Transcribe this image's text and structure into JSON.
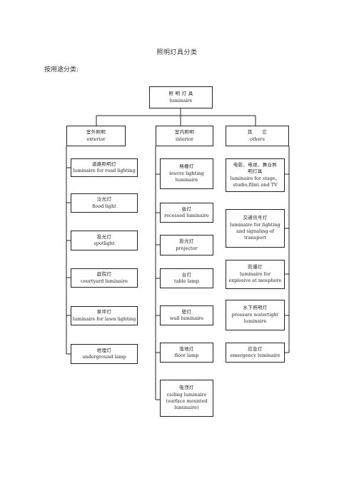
{
  "title": "照明灯具分类",
  "subtitle": "按用途分类:",
  "root": {
    "zh": "照 明 灯 具",
    "en": "luminaire"
  },
  "categories": {
    "outdoor": {
      "header": {
        "zh": "室外照明",
        "en": "exterior"
      },
      "items": [
        {
          "zh": "道路照明灯",
          "en": "luminaire for road lighting"
        },
        {
          "zh": "泛光灯",
          "en": "flood light"
        },
        {
          "zh": "投光灯",
          "en": "spotlight"
        },
        {
          "zh": "庭院灯",
          "en": "courtyard luminaire"
        },
        {
          "zh": "草坪灯",
          "en": "luminaire for lawn lighting"
        },
        {
          "zh": "地埋灯",
          "en": "underground lamp"
        }
      ]
    },
    "indoor": {
      "header": {
        "zh": "室内照明",
        "en": "interior"
      },
      "items": [
        {
          "zh": "格栅灯",
          "en": "louvre lighting",
          "en2": "luminaire"
        },
        {
          "zh": "嵌灯",
          "en": "recessed luminaire"
        },
        {
          "zh": "投光灯",
          "en": "projector"
        },
        {
          "zh": "台灯",
          "en": "table lamp"
        },
        {
          "zh": "壁灯",
          "en": "wall luminaire"
        },
        {
          "zh": "落地灯",
          "en": "floor lamp"
        },
        {
          "zh": "吸顶灯",
          "en": "ceiling luminaire",
          "en2": "(surface mounted",
          "en3": "luminaire)"
        }
      ]
    },
    "others": {
      "header": {
        "zh": "其　　它",
        "en": "others"
      },
      "items": [
        {
          "zh": "电影、电视、舞台照",
          "zh2": "明灯具",
          "en": "luminaire for stage、",
          "en2": "studio,film\\ and TV"
        },
        {
          "zh": "交通讯号灯",
          "en": "luminaire for lighting",
          "en2": "and signaling of",
          "en3": "transport"
        },
        {
          "zh": "防爆灯",
          "en": "luminaire for",
          "en2": "explosive at mosphere"
        },
        {
          "zh": "水下照明灯",
          "en": "pressure watertight",
          "en2": "luminaire"
        },
        {
          "zh": "应急灯",
          "en": "emergency luminaire"
        }
      ]
    }
  }
}
